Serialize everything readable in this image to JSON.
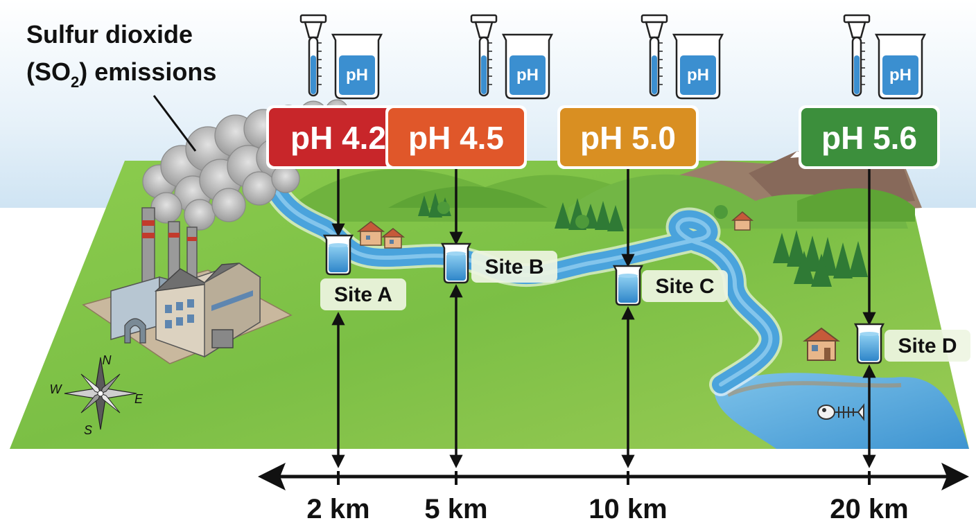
{
  "emission_label": {
    "line1": "Sulfur dioxide",
    "line2_pre": "(SO",
    "line2_sub": "2",
    "line2_post": ") emissions"
  },
  "beaker_label": "pH",
  "sites": [
    {
      "name": "Site A",
      "ph_label": "pH 4.2",
      "ph": 4.2,
      "distance_label": "2 km",
      "color": "#c8262a"
    },
    {
      "name": "Site B",
      "ph_label": "pH 4.5",
      "ph": 4.5,
      "distance_label": "5 km",
      "color": "#e0572a"
    },
    {
      "name": "Site C",
      "ph_label": "pH 5.0",
      "ph": 5.0,
      "distance_label": "10 km",
      "color": "#d98f22"
    },
    {
      "name": "Site D",
      "ph_label": "pH 5.6",
      "ph": 5.6,
      "distance_label": "20 km",
      "color": "#3c8f3c"
    }
  ],
  "compass": {
    "n": "N",
    "e": "E",
    "s": "S",
    "w": "W"
  },
  "icons": [
    "factory-icon",
    "smoke-icon",
    "test-tube-icon",
    "beaker-icon",
    "compass-icon",
    "tree-icon",
    "house-icon",
    "fish-skeleton-icon"
  ]
}
